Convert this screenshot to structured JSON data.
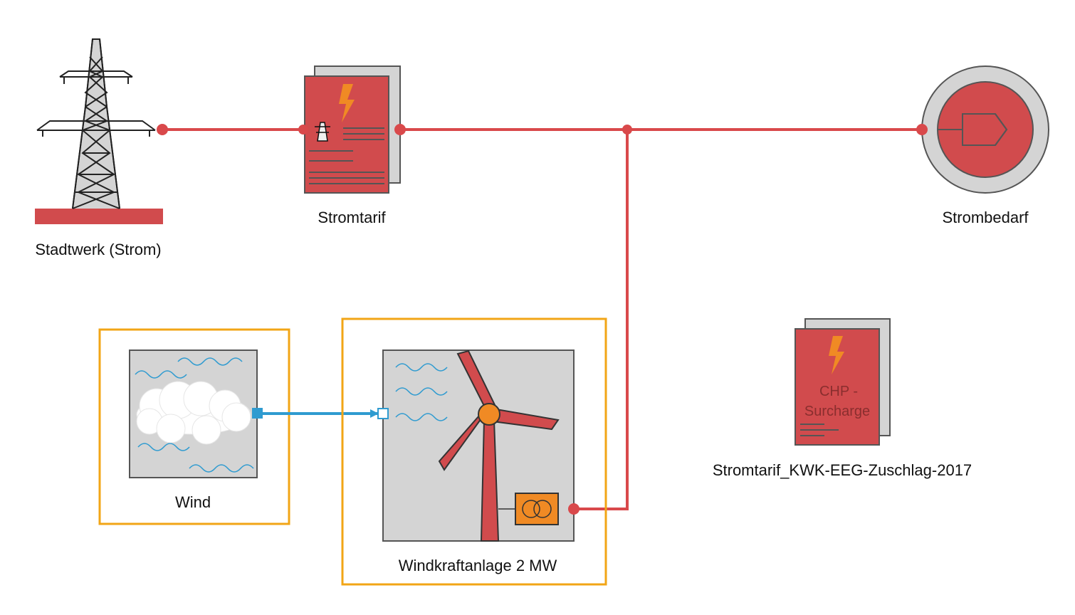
{
  "colors": {
    "power_line": "#d9494b",
    "block_red": "#d14b4d",
    "wind_line": "#2f9bd0",
    "selection": "#f2a516",
    "block_gray": "#d4d4d4",
    "outline": "#555555",
    "lightning": "#f08a24"
  },
  "nodes": {
    "grid_supplier": {
      "label": "Stadtwerk (Strom)",
      "icon": "transmission-tower-icon"
    },
    "tariff": {
      "label": "Stromtarif",
      "icon": "tariff-document-icon"
    },
    "demand": {
      "label": "Strombedarf",
      "icon": "consumer-icon"
    },
    "wind": {
      "label": "Wind",
      "icon": "wind-weather-icon",
      "selected": true
    },
    "turbine": {
      "label": "Windkraftanlage 2 MW",
      "icon": "wind-turbine-icon",
      "selected": true
    },
    "chp_tariff": {
      "label": "Stromtarif_KWK-EEG-Zuschlag-2017",
      "icon": "tariff-document-icon",
      "line1": "CHP -",
      "line2": "Surcharge"
    }
  },
  "connections": [
    {
      "from": "grid_supplier",
      "to": "tariff",
      "type": "power"
    },
    {
      "from": "tariff",
      "to": "demand",
      "type": "power"
    },
    {
      "from": "turbine",
      "to": "demand",
      "type": "power"
    },
    {
      "from": "wind",
      "to": "turbine",
      "type": "wind"
    }
  ]
}
